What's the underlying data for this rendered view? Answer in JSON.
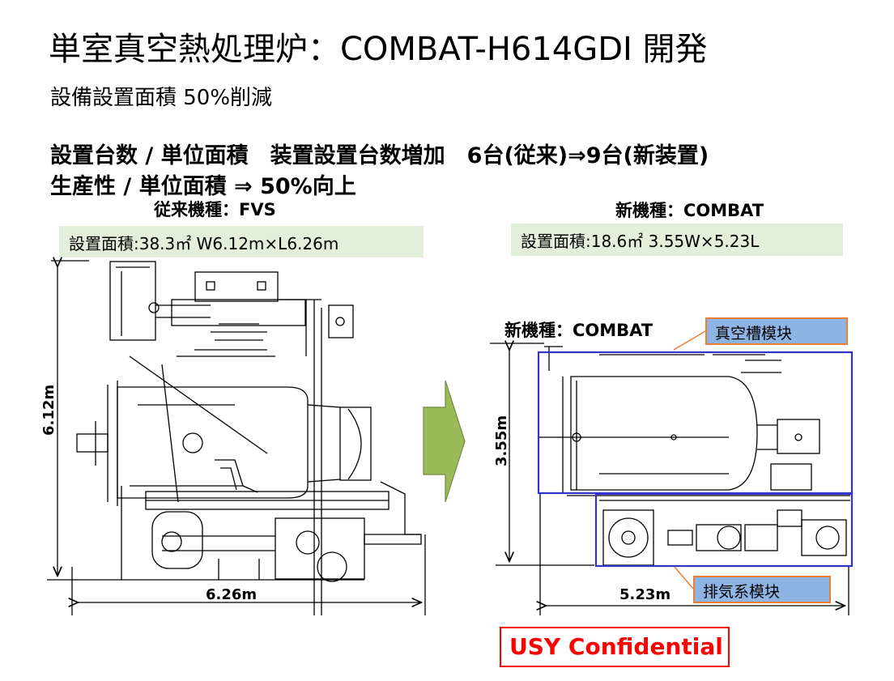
{
  "title": "単室真空熱処理炉：COMBAT-H614GDI 開発",
  "subtitle": "設備設置面積 50%削減",
  "headline_1": "設置台数 / 単位面積　装置設置台数増加　6台(従来)⇒9台(新装置)",
  "headline_2": "生産性 / 単位面積 ⇒ 50%向上",
  "left": {
    "model_label": "従来機種：FVS",
    "area_text": "設置面積:38.3㎡ W6.12m×L6.26m",
    "dim_vertical": "6.12m",
    "dim_horizontal": "6.26m"
  },
  "right": {
    "model_label": "新機種：COMBAT",
    "area_text": "設置面積:18.6㎡ 3.55W×5.23L",
    "drawing_label": "新機種：COMBAT",
    "module_vacuum": "真空槽模块",
    "module_exhaust": "排気系模块",
    "dim_vertical": "3.55m",
    "dim_horizontal": "5.23m"
  },
  "confidential": "USY Confidential",
  "colors": {
    "area_box_bg": "#e2efda",
    "module_box_bg": "#8eb4e3",
    "module_box_border": "#ed7d31",
    "module_outline": "#3333cc",
    "arrow_fill": "#9bbb59",
    "confidential_red": "#ff0000"
  }
}
